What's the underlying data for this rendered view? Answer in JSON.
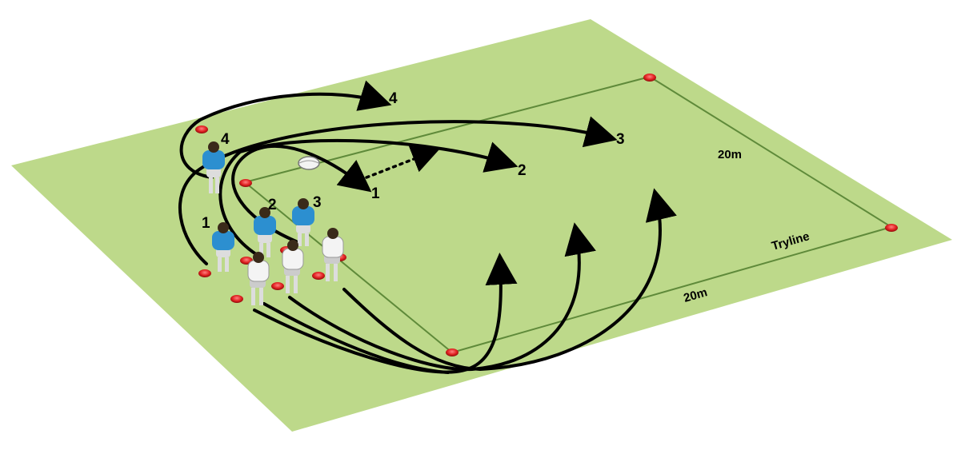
{
  "diagram": {
    "pitch_color": "#bdd98a",
    "line_color": "#5f8a3a",
    "cone_color": "#e02020",
    "attacker_color": "#2c8fd0",
    "defender_color": "#f2f2f2",
    "labels": {
      "dim_top": "20m",
      "dim_bottom": "20m",
      "tryline": "Tryline"
    },
    "runs": [
      {
        "id": "1",
        "label": "1"
      },
      {
        "id": "2",
        "label": "2"
      },
      {
        "id": "3",
        "label": "3"
      },
      {
        "id": "4",
        "label": "4"
      }
    ],
    "player_numbers": [
      "1",
      "2",
      "3",
      "4"
    ]
  }
}
